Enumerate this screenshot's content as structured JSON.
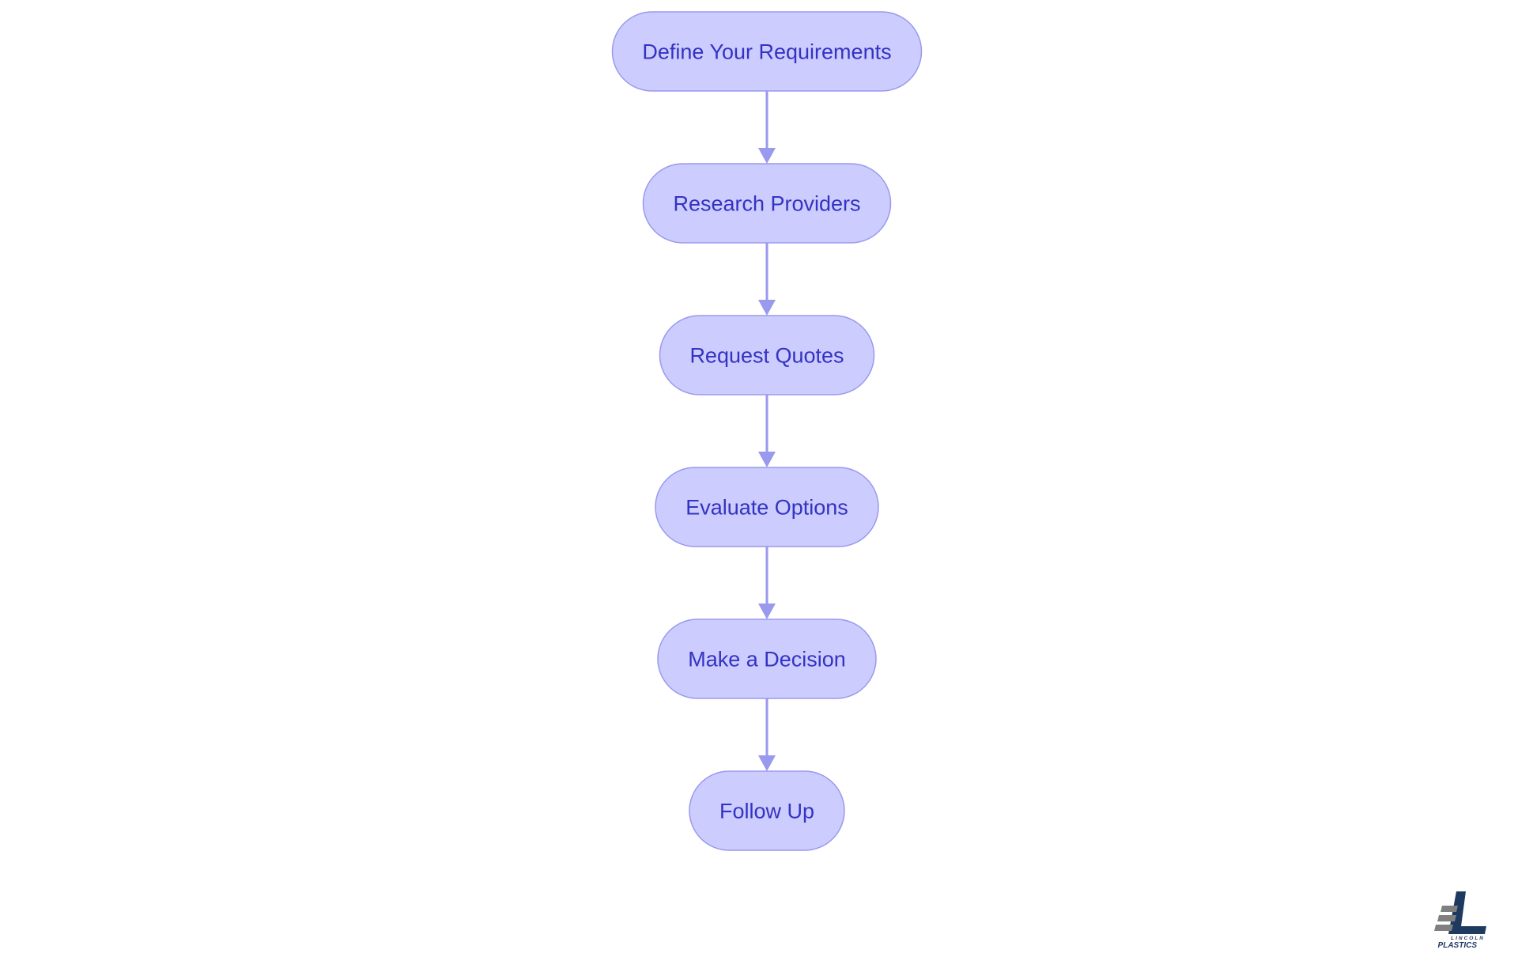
{
  "diagram": {
    "type": "flowchart",
    "direction": "top-to-bottom",
    "nodes": [
      {
        "id": "define",
        "label": "Define Your Requirements"
      },
      {
        "id": "research",
        "label": "Research Providers"
      },
      {
        "id": "quotes",
        "label": "Request Quotes"
      },
      {
        "id": "evaluate",
        "label": "Evaluate Options"
      },
      {
        "id": "decision",
        "label": "Make a Decision"
      },
      {
        "id": "follow",
        "label": "Follow Up"
      }
    ],
    "edges": [
      {
        "from": "define",
        "to": "research"
      },
      {
        "from": "research",
        "to": "quotes"
      },
      {
        "from": "quotes",
        "to": "evaluate"
      },
      {
        "from": "evaluate",
        "to": "decision"
      },
      {
        "from": "decision",
        "to": "follow"
      }
    ],
    "colors": {
      "node_fill": "#ccccff",
      "node_stroke": "#9999ee",
      "label_text": "#3333c2",
      "edge": "#9999ee"
    }
  },
  "logo": {
    "line1": "LINCOLN",
    "line2": "PLASTICS",
    "colors": {
      "dark": "#1f3a5f",
      "gray": "#808080"
    }
  }
}
